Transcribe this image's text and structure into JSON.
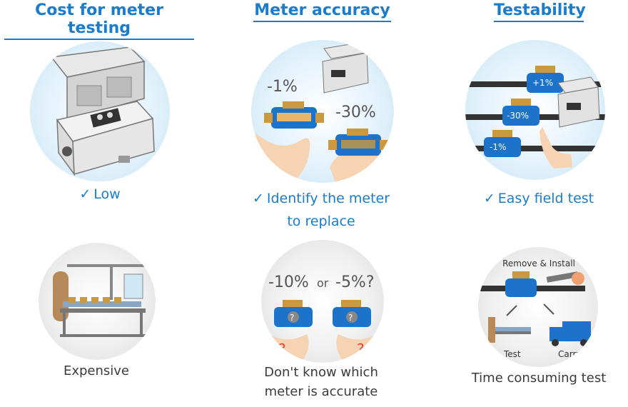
{
  "columns": [
    {
      "title": "Cost for meter testing",
      "good_label": "Low",
      "bad_label": "Expensive"
    },
    {
      "title": "Meter accuracy",
      "good_label_line1": "Identify the meter",
      "good_label_line2": "to replace",
      "good_values": [
        "-1%",
        "-30%"
      ],
      "bad_values": [
        "-10%",
        "or",
        "-5%?"
      ],
      "bad_label_line1": "Don't know which",
      "bad_label_line2": "meter is accurate"
    },
    {
      "title": "Testability",
      "good_label": "Easy field test",
      "good_values": [
        "+1%",
        "-30%",
        "-1%"
      ],
      "bad_top": "Remove & Install",
      "bad_test": "Test",
      "bad_carry": "Carry",
      "bad_label": "Time consuming test"
    }
  ],
  "colors": {
    "accent": "#1a7ccd",
    "meter": "#1d73c9",
    "brass": "#c9983f"
  }
}
